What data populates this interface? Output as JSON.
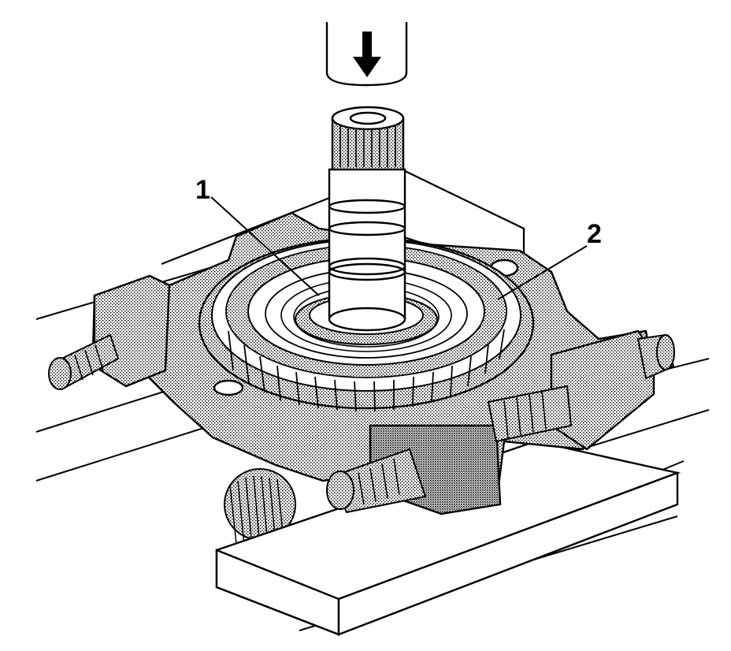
{
  "figure": {
    "callouts": [
      {
        "id": "1",
        "label": "1"
      },
      {
        "id": "2",
        "label": "2"
      }
    ],
    "press_direction": "down",
    "colors": {
      "ink": "#000000",
      "paper": "#ffffff",
      "shade": "#9a9a9a"
    },
    "icons": [
      "arrow-down-icon"
    ]
  }
}
